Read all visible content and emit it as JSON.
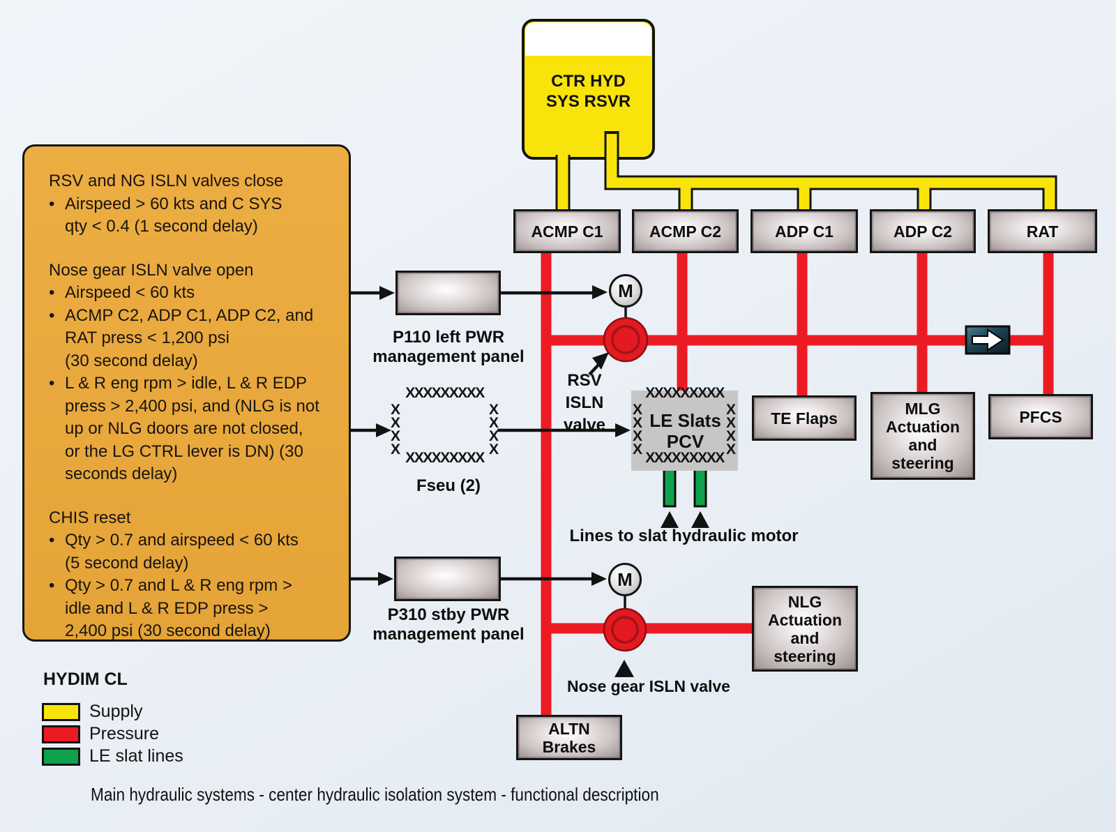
{
  "colors": {
    "background": "#E9EFF5",
    "supply_yellow": "#F8E40A",
    "pressure_red": "#EC1B23",
    "le_slat_green": "#0FA24C",
    "notes_panel_orange": "#E8A93E",
    "check_valve_navy": "#143442"
  },
  "reservoir": {
    "label": "CTR HYD\nSYS RSVR"
  },
  "pumps": [
    {
      "label": "ACMP C1"
    },
    {
      "label": "ACMP C2"
    },
    {
      "label": "ADP C1"
    },
    {
      "label": "ADP C2"
    },
    {
      "label": "RAT"
    }
  ],
  "components": {
    "motor_letter": "M",
    "p110_label": "P110 left PWR\nmanagement panel",
    "fseu_label": "Fseu (2)",
    "rsv_valve_label": "RSV\nISLN\nvalve",
    "le_slats_pcv": "LE Slats\nPCV",
    "te_flaps": "TE Flaps",
    "mlg": "MLG\nActuation\nand\nsteering",
    "pfcs": "PFCS",
    "slat_lines_label": "Lines to slat hydraulic motor",
    "p310_label": "P310 stby PWR\nmanagement panel",
    "nose_valve_label": "Nose gear ISLN valve",
    "nlg": "NLG\nActuation\nand\nsteering",
    "altn_brakes": "ALTN\nBrakes"
  },
  "notes_panel": {
    "bullet": "•",
    "lines": [
      {
        "t": "h",
        "text": "RSV and NG ISLN valves close"
      },
      {
        "t": "b",
        "text": "Airspeed > 60 kts and C SYS"
      },
      {
        "t": "c",
        "text": "qty < 0.4 (1 second delay)"
      },
      {
        "t": "g",
        "text": ""
      },
      {
        "t": "h",
        "text": "Nose gear ISLN valve open"
      },
      {
        "t": "b",
        "text": "Airspeed < 60 kts"
      },
      {
        "t": "b",
        "text": "ACMP C2, ADP C1, ADP C2, and"
      },
      {
        "t": "c",
        "text": "RAT press < 1,200 psi"
      },
      {
        "t": "c",
        "text": "(30 second delay)"
      },
      {
        "t": "b",
        "text": "L & R eng rpm > idle, L & R EDP"
      },
      {
        "t": "c",
        "text": "press > 2,400 psi, and (NLG is not"
      },
      {
        "t": "c",
        "text": "up or NLG doors are not closed,"
      },
      {
        "t": "c",
        "text": "or the LG CTRL lever is DN) (30"
      },
      {
        "t": "c",
        "text": "seconds delay)"
      },
      {
        "t": "g",
        "text": ""
      },
      {
        "t": "h",
        "text": "CHIS reset"
      },
      {
        "t": "b",
        "text": "Qty > 0.7 and airspeed < 60 kts"
      },
      {
        "t": "c",
        "text": "(5 second delay)"
      },
      {
        "t": "b",
        "text": "Qty > 0.7 and L & R eng rpm >"
      },
      {
        "t": "c",
        "text": "idle and L & R EDP press >"
      },
      {
        "t": "c",
        "text": "2,400 psi (30 second delay)"
      }
    ]
  },
  "legend": {
    "title": "HYDIM CL",
    "items": [
      {
        "label": "Supply",
        "color": "#F8E40A"
      },
      {
        "label": "Pressure",
        "color": "#EC1B23"
      },
      {
        "label": "LE slat lines",
        "color": "#0FA24C"
      }
    ]
  },
  "caption": "Main hydraulic systems - center hydraulic isolation system - functional description",
  "hatch_char": "X"
}
